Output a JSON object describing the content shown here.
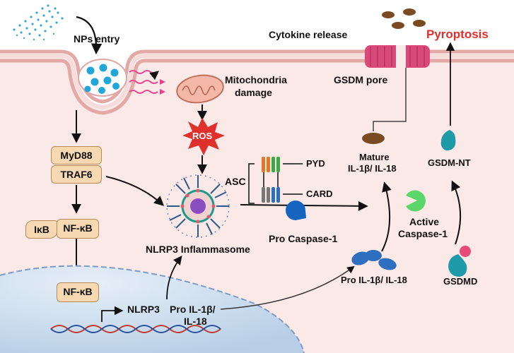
{
  "labels": {
    "nps_entry": "NPs entry",
    "mito_damage_1": "Mitochondria",
    "mito_damage_2": "damage",
    "ros": "ROS",
    "myd88": "MyD88",
    "traf6": "TRAF6",
    "ikb": "IκB",
    "nfkb_cyto": "NF-κB",
    "nfkb_nuc": "NF-κB",
    "nlrp3_inflammasome": "NLRP3 Inflammasome",
    "asc": "ASC",
    "pyd": "PYD",
    "card": "CARD",
    "pro_caspase1": "Pro Caspase-1",
    "active_caspase1_1": "Active",
    "active_caspase1_2": "Caspase-1",
    "mature_1": "Mature",
    "mature_2": "IL-1β/ IL-18",
    "gsdm_nt": "GSDM-NT",
    "gsdmd": "GSDMD",
    "pro_il1b": "Pro IL-1β/ IL-18",
    "nlrp3_gene": "NLRP3",
    "pro_il1b_gene_1": "Pro IL-1β/",
    "pro_il1b_gene_2": "IL-18",
    "cytokine_release": "Cytokine release",
    "pyroptosis": "Pyroptosis",
    "gsdm_pore": "GSDM pore"
  },
  "colors": {
    "cell_interior": "#fbe9e7",
    "membrane": "#e8b9b5",
    "nucleus": "#bcd3ea",
    "box_fill": "#f6d8b3",
    "ros_red": "#e0302b",
    "caspase_blue": "#1565c0",
    "active_green": "#5bd66a",
    "il1b_blue": "#2f6fc0",
    "cytokine_brown": "#7a4a22",
    "gsdm_teal": "#1f9aa8",
    "pore_pink": "#d9497a"
  }
}
